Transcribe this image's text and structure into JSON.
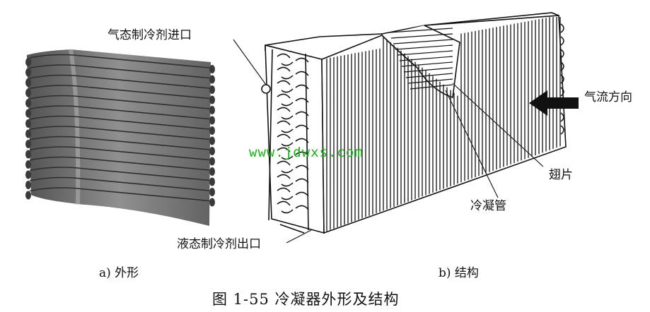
{
  "labels": {
    "gas_inlet": "气态制冷剂进口",
    "liquid_outlet": "液态制冷剂出口",
    "airflow": "气流方向",
    "fin": "翅片",
    "condenser_tube": "冷凝管"
  },
  "captions": {
    "a": "a) 外形",
    "b": "b) 结构"
  },
  "figure_title": "图 1-55    冷凝器外形及结构",
  "watermark": "www.jdwxs.com",
  "colors": {
    "ink": "#111111",
    "photo_dark": "#5a5a5a",
    "watermark": "#19b419"
  }
}
